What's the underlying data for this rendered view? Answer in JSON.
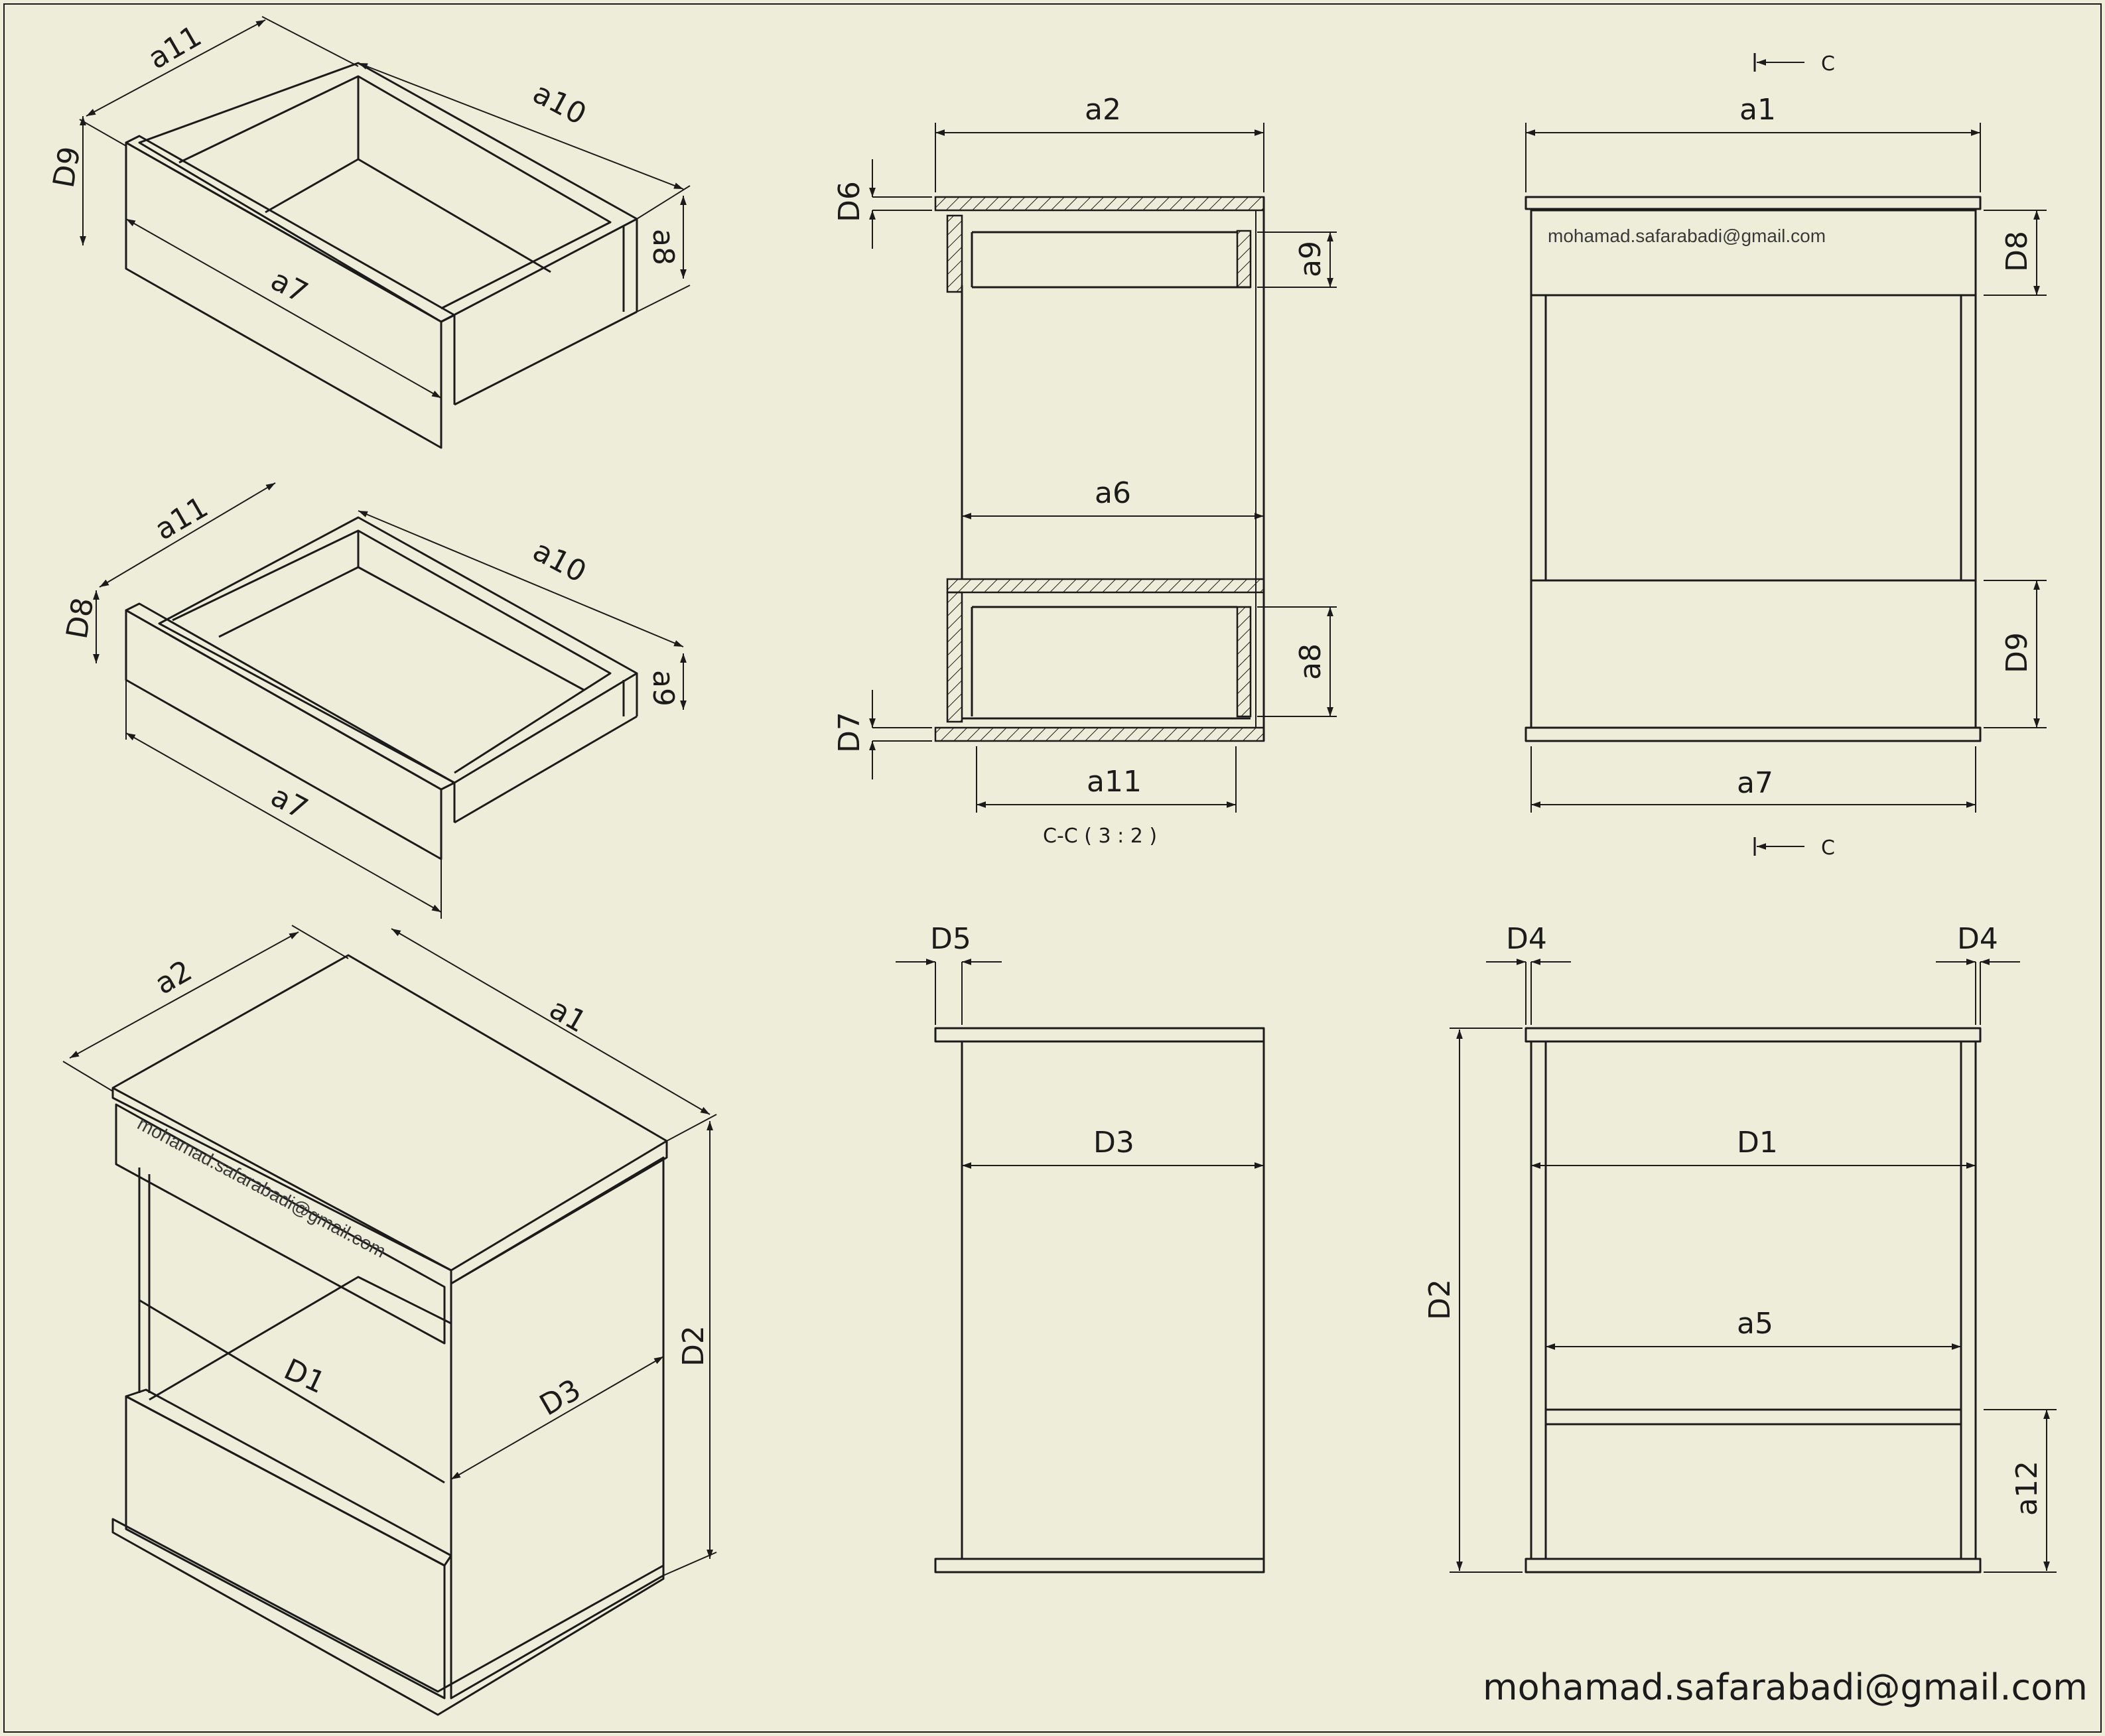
{
  "labels": {
    "a1": "a1",
    "a2": "a2",
    "a5": "a5",
    "a6": "a6",
    "a7": "a7",
    "a8": "a8",
    "a9": "a9",
    "a10": "a10",
    "a11": "a11",
    "a12": "a12",
    "D1": "D1",
    "D2": "D2",
    "D3": "D3",
    "D4": "D4",
    "D5": "D5",
    "D6": "D6",
    "D7": "D7",
    "D8": "D8",
    "D9": "D9"
  },
  "section": {
    "arrow_label": "C",
    "caption": "C-C ( 3 : 2 )"
  },
  "author": {
    "email": "mohamad.safarabadi@gmail.com"
  },
  "colors": {
    "paper": "#eeedd9",
    "ink": "#1b1b1b"
  }
}
